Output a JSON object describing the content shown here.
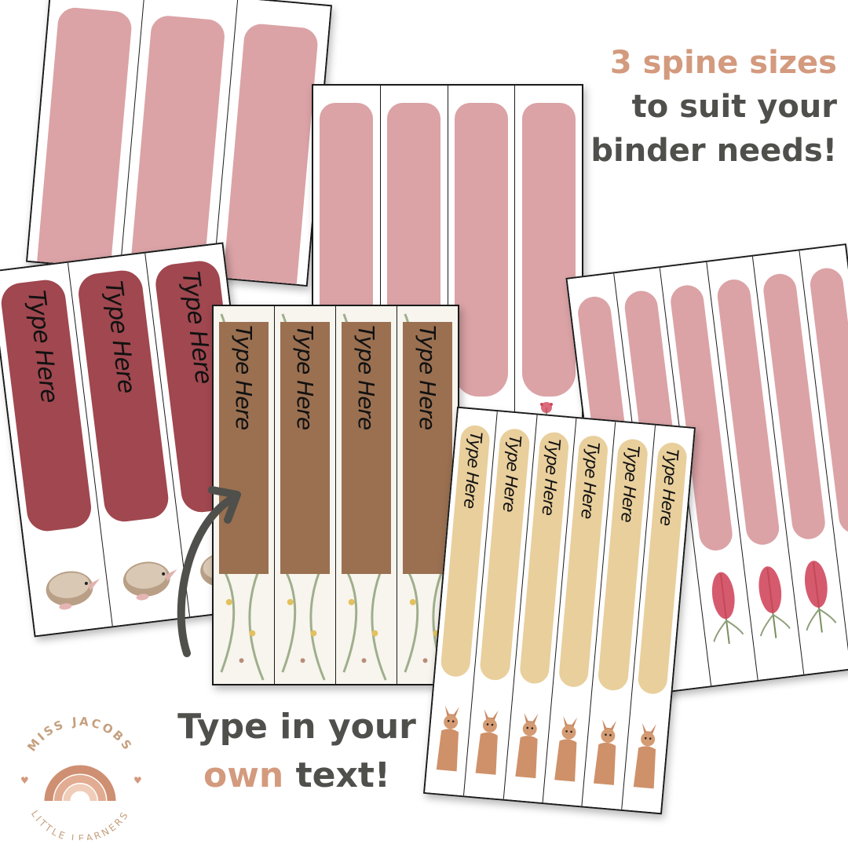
{
  "headline_right": {
    "line1": "3 spine sizes",
    "line2": "to suit your",
    "line3": "binder needs!"
  },
  "headline_left": {
    "line1": "Type in your",
    "accent": "own",
    "rest": " text!"
  },
  "spine_label": "Type Here",
  "logo": {
    "top_text": "MISS JACOBS",
    "bottom_text": "LITTLE LEARNERS"
  },
  "colors": {
    "pink": "#dba3a6",
    "maroon": "#a0474f",
    "brown": "#9a7051",
    "tan": "#e9cf9c",
    "accent_text": "#d39a7e",
    "dark_text": "#4f4f4b"
  },
  "icons": [
    "echidna-illustration",
    "eucalyptus-pattern",
    "dingo-illustration",
    "bottlebrush-flower-illustration",
    "curved-arrow-icon",
    "rainbow-logo"
  ]
}
